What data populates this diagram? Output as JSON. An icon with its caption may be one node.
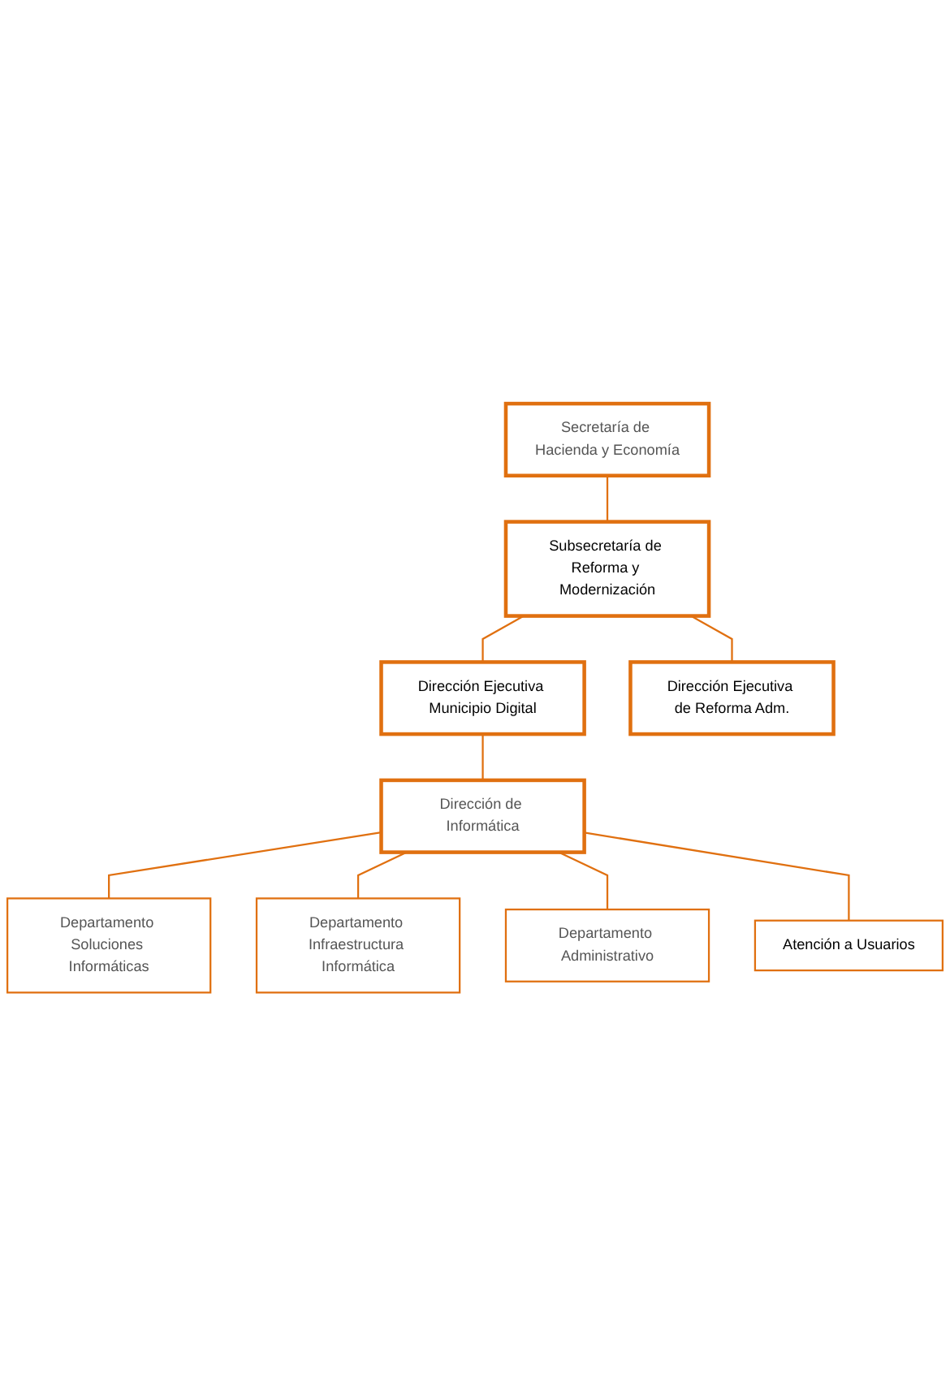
{
  "diagram": {
    "nodes": [
      {
        "text": [
          "Secretaría de Hacienda y Economía"
        ]
      },
      {
        "text": [
          "Subsecretaría de Reforma y Modernización"
        ]
      },
      {
        "text": [
          "Dirección Ejecutiva Municipio Digital"
        ]
      },
      {
        "text": [
          "Dirección Ejecutiva de Reforma Adm."
        ]
      },
      {
        "text": [
          "Dirección de Informática"
        ]
      },
      {
        "text": [
          "Departamento Soluciones Informáticas"
        ]
      },
      {
        "text": [
          "Departamento Infraestructura Informática"
        ]
      },
      {
        "text": [
          "Departamento Administrativo"
        ]
      },
      {
        "text": [
          "Atención a Usuarios"
        ]
      }
    ],
    "edges": [
      {
        "from": 0,
        "to": 1,
        "arrow": "none"
      },
      {
        "from": 1,
        "to": 2,
        "arrow": "none"
      },
      {
        "from": 1,
        "to": 3,
        "arrow": "none"
      },
      {
        "from": 2,
        "to": 4,
        "arrow": "none"
      },
      {
        "from": 4,
        "to": 5,
        "arrow": "none"
      },
      {
        "from": 4,
        "to": 6,
        "arrow": "none"
      },
      {
        "from": 4,
        "to": 7,
        "arrow": "none"
      },
      {
        "from": 4,
        "to": 8,
        "arrow": "none"
      }
    ]
  }
}
